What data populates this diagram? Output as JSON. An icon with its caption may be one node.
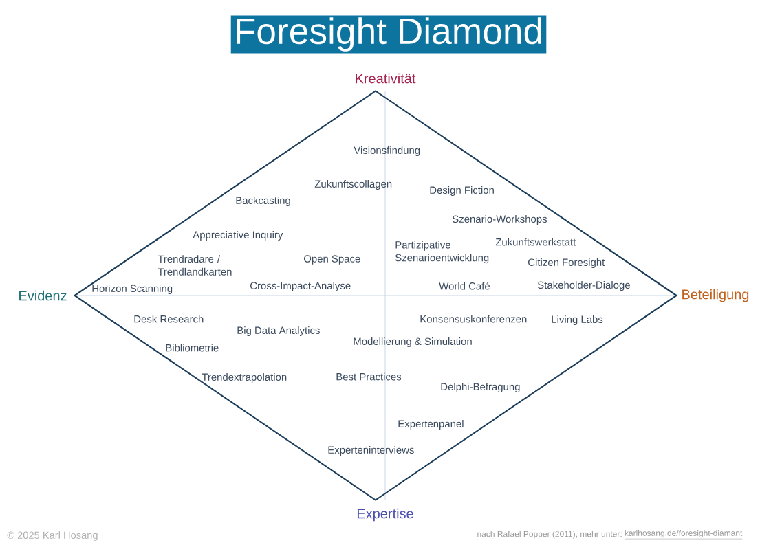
{
  "diagram": {
    "title": "Foresight Diamond",
    "nodes": [
      {
        "text": [],
        "shape": "diamond"
      }
    ],
    "edges": [],
    "labels": [
      "Kreativität",
      "Evidenz",
      "Beteiligung",
      "Expertise",
      "Visionsfindung",
      "Zukunftscollagen",
      "Design Fiction",
      "Backcasting",
      "Szenario-Workshops",
      "Appreciative Inquiry",
      "Partizipative Szenarioentwicklung",
      "Zukunftswerkstatt",
      "Trendradare / Trendlandkarten",
      "Open Space",
      "Citizen Foresight",
      "Horizon Scanning",
      "Cross-Impact-Analyse",
      "World Café",
      "Stakeholder-Dialoge",
      "Desk Research",
      "Konsensuskonferenzen",
      "Living Labs",
      "Big Data Analytics",
      "Modellierung & Simulation",
      "Bibliometrie",
      "Trendextrapolation",
      "Best Practices",
      "Delphi-Befragung",
      "Expertenpanel",
      "Experteninterviews",
      "© 2025 Karl Hosang",
      "nach Rafael Popper (2011), mehr unter:",
      "karlhosang.de/foresight-diamant"
    ]
  }
}
